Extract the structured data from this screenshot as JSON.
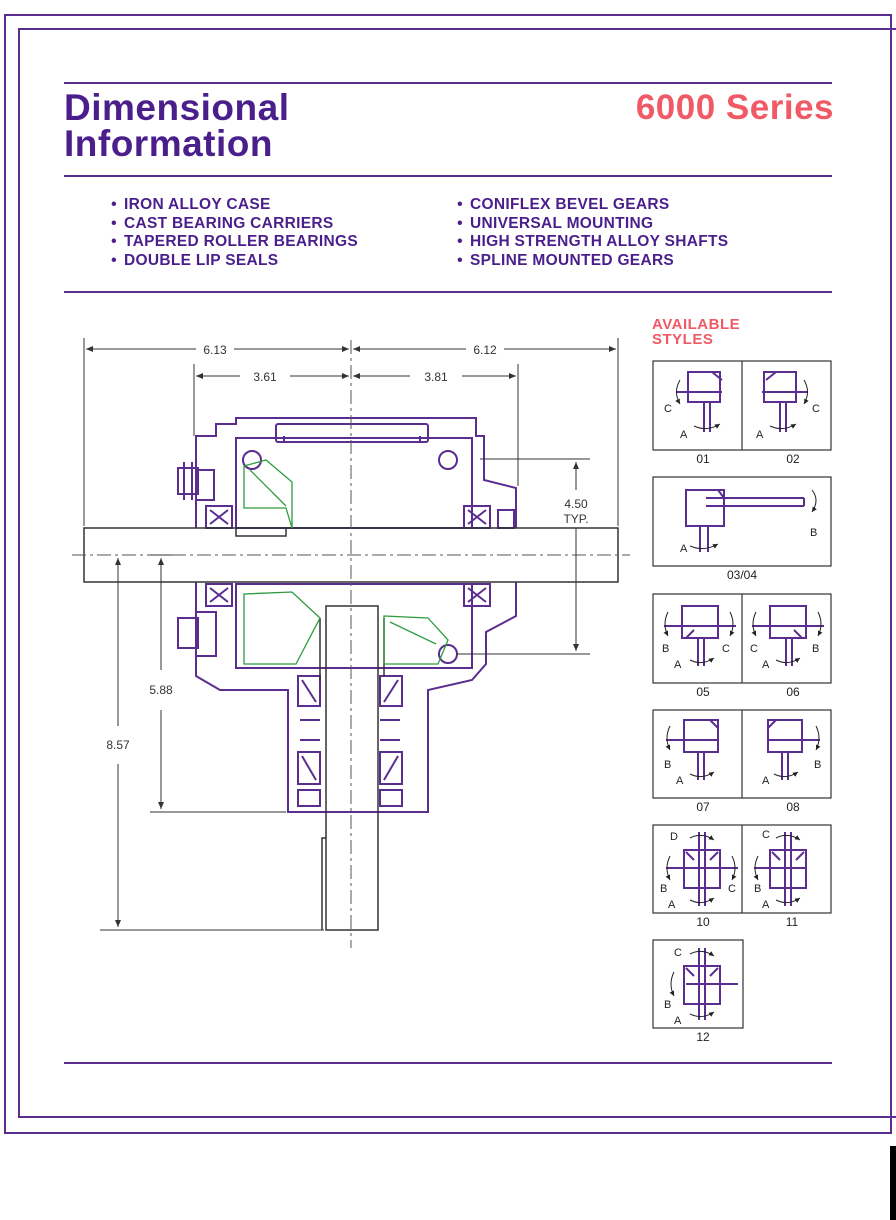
{
  "header": {
    "title_line1": "Dimensional",
    "title_line2": "Information",
    "series": "6000 Series"
  },
  "features": {
    "left": [
      "IRON ALLOY CASE",
      "CAST BEARING CARRIERS",
      "TAPERED ROLLER BEARINGS",
      "DOUBLE LIP SEALS"
    ],
    "right": [
      "CONIFLEX BEVEL GEARS",
      "UNIVERSAL MOUNTING",
      "HIGH STRENGTH ALLOY SHAFTS",
      "SPLINE MOUNTED GEARS"
    ]
  },
  "drawing": {
    "dims": {
      "left_overall": "6.13",
      "right_overall": "6.12",
      "left_inner": "3.61",
      "right_inner": "3.81",
      "height_typ": "4.50",
      "typ_label": "TYP.",
      "mid_height": "5.88",
      "full_height": "8.57"
    }
  },
  "styles": {
    "heading_line1": "AVAILABLE",
    "heading_line2": "STYLES",
    "items": [
      "01",
      "02",
      "03/04",
      "05",
      "06",
      "07",
      "08",
      "10",
      "11",
      "12"
    ],
    "letters": {
      "a": "A",
      "b": "B",
      "c": "C",
      "d": "D"
    }
  },
  "colors": {
    "primary": "#4a1f8c",
    "accent": "#f05a66",
    "gear": "#2e9a3e",
    "line": "#333333"
  }
}
